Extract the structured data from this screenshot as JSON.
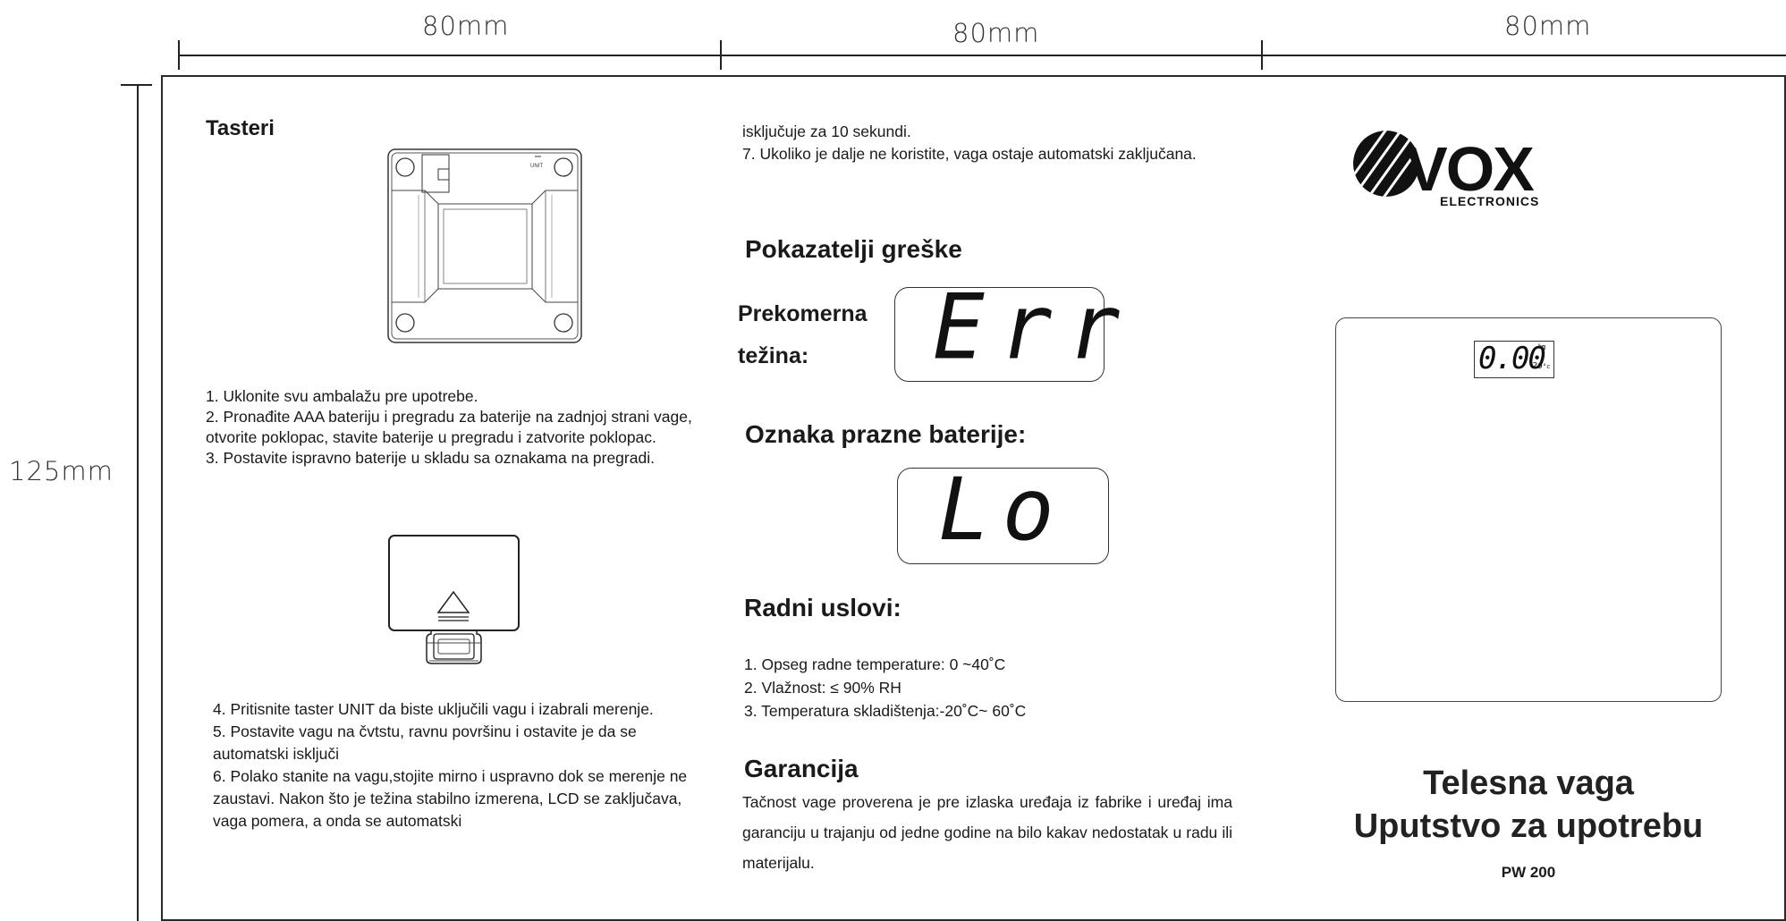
{
  "dimensions": {
    "col1_width": "80mm",
    "col2_width": "80mm",
    "col3_width": "80mm",
    "height": "125mm"
  },
  "column1": {
    "heading": "Tasteri",
    "scale_label": "UNIT",
    "steps_a": [
      "1. Uklonite svu ambalažu pre upotrebe.",
      "2. Pronađite AAA bateriju i pregradu za baterije na zadnjoj strani vage, otvorite poklopac, stavite baterije u pregradu i zatvorite poklopac.",
      "3. Postavite ispravno baterije u skladu sa oznakama na pregradi."
    ],
    "steps_b": [
      "4. Pritisnite taster UNIT da biste uključili vagu i izabrali merenje.",
      "5. Postavite vagu na čvtstu, ravnu površinu i ostavite je da se automatski isključi",
      "6. Polako stanite na vagu,stojite mirno i uspravno dok se merenje ne zaustavi. Nakon što je težina stabilno izmerena, LCD  se zaključava, vaga pomera, a onda se automatski"
    ]
  },
  "column2": {
    "continued": [
      "isključuje za 10 sekundi.",
      "7. Ukoliko je dalje ne koristite, vaga ostaje automatski zaključana."
    ],
    "error_heading": "Pokazatelji greške",
    "overload_label_1": "Prekomerna",
    "overload_label_2": "težina:",
    "overload_display": "Err",
    "battery_heading": "Oznaka prazne baterije:",
    "battery_display": "Lo",
    "conditions_heading": "Radni uslovi:",
    "conditions": [
      "1. Opseg radne temperature: 0 ~40˚C",
      "2. Vlažnost: ≤ 90% RH",
      "3. Temperatura skladištenja:-20˚C~ 60˚C"
    ],
    "warranty_heading": "Garancija",
    "warranty_text": "Tačnost vage proverena je pre izlaska uređaja iz fabrike i uređaj ima garanciju u trajanju od jedne godine na bilo kakav nedostatak u radu ili materijalu."
  },
  "column3": {
    "logo_text": "VOX",
    "logo_sub": "ELECTRONICS",
    "scale_display": "0.00",
    "scale_unit": "kg",
    "scale_temp": "26",
    "scale_temp_unit": "°c",
    "title_line1": "Telesna vaga",
    "title_line2": "Uputstvo za upotrebu",
    "model": "PW 200"
  }
}
